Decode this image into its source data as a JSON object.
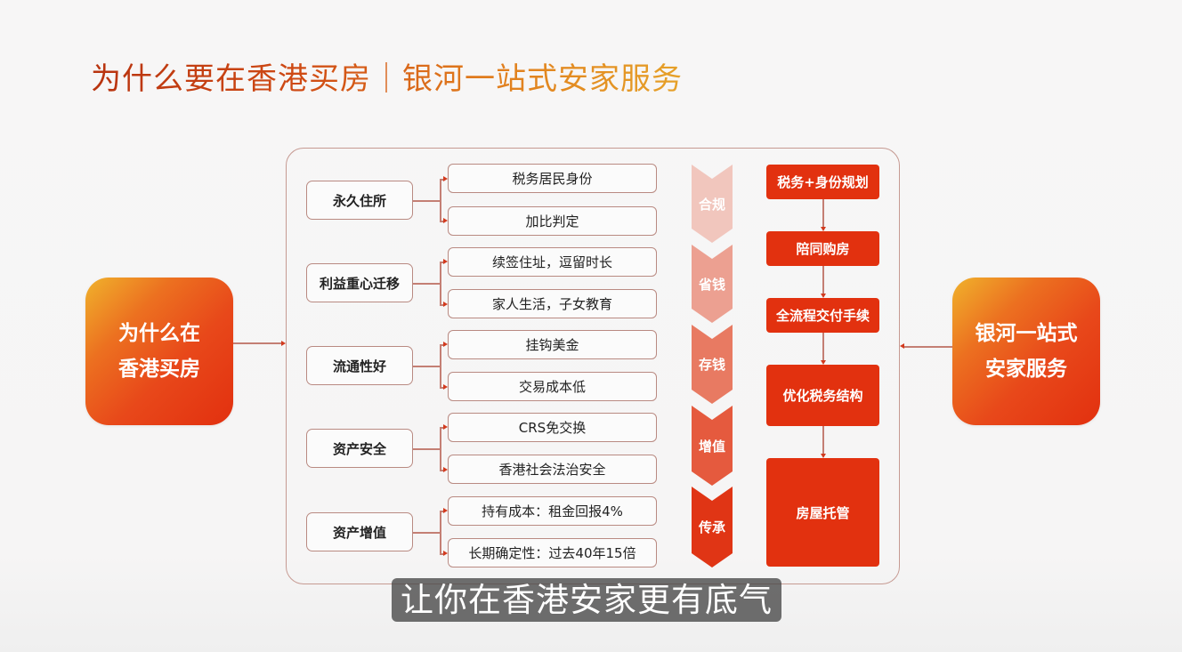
{
  "title": "为什么要在香港买房｜银河一站式安家服务",
  "left_box": {
    "line1": "为什么在",
    "line2": "香港买房"
  },
  "right_box": {
    "line1": "银河一站式",
    "line2": "安家服务"
  },
  "categories": [
    {
      "label": "永久住所",
      "items": [
        "税务居民身份",
        "加比判定"
      ]
    },
    {
      "label": "利益重心迁移",
      "items": [
        "续签住址，逗留时长",
        "家人生活，子女教育"
      ]
    },
    {
      "label": "流通性好",
      "items": [
        "挂钩美金",
        "交易成本低"
      ]
    },
    {
      "label": "资产安全",
      "items": [
        "CRS免交换",
        "香港社会法治安全"
      ]
    },
    {
      "label": "资产增值",
      "items": [
        "持有成本：租金回报4%",
        "长期确定性：过去40年15倍"
      ]
    }
  ],
  "stages": [
    {
      "label": "合规",
      "color": "#f1c6bd"
    },
    {
      "label": "省钱",
      "color": "#eca091"
    },
    {
      "label": "存钱",
      "color": "#e87a62"
    },
    {
      "label": "增值",
      "color": "#e55a3e"
    },
    {
      "label": "传承",
      "color": "#e03515"
    }
  ],
  "service_steps": [
    "税务+身份规划",
    "陪同购房",
    "全流程交付手续",
    "优化税务结构",
    "房屋托管"
  ],
  "subtitle": "让你在香港安家更有底气",
  "colors": {
    "accent": "#e2310f",
    "border": "#b98a82",
    "line": "#c47f74"
  }
}
